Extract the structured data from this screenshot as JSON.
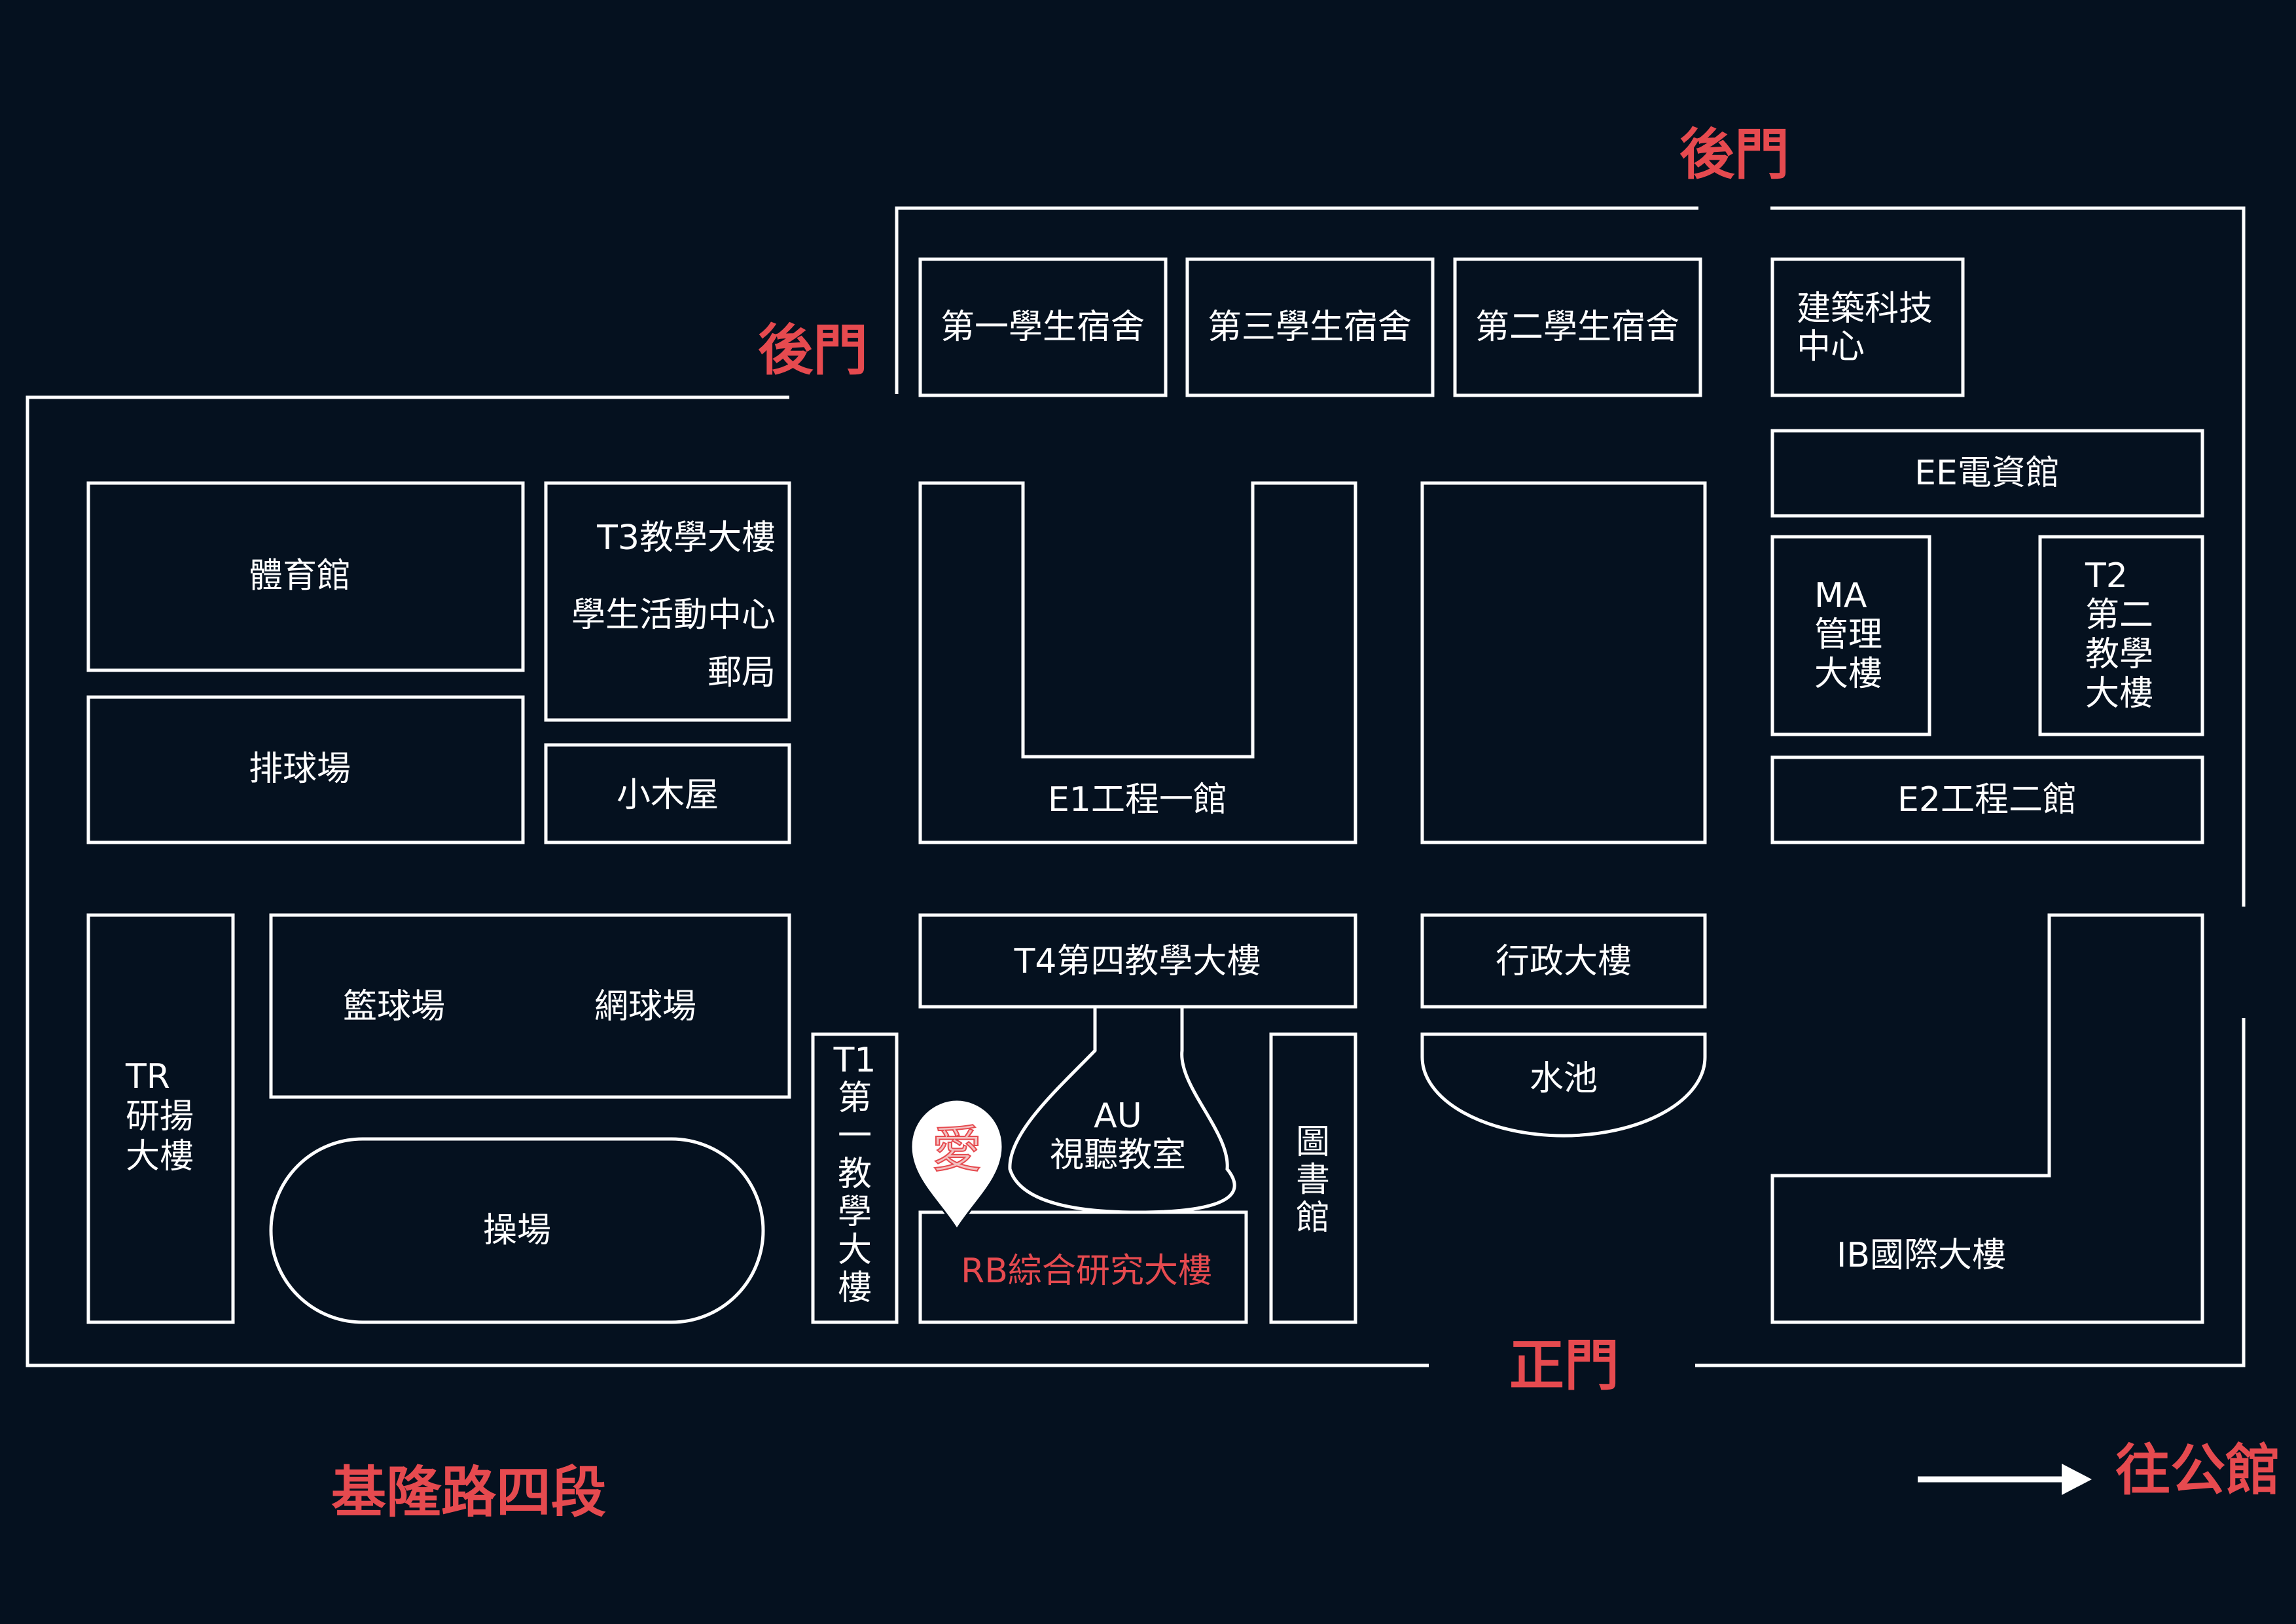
{
  "map": {
    "gates": {
      "back_gate_top": "後門",
      "back_gate_left": "後門",
      "main_gate": "正門"
    },
    "road": "基隆路四段",
    "direction": "往公館",
    "marker": {
      "glyph": "愛",
      "target": "RB綜合研究大樓"
    },
    "buildings": {
      "dorm1": "第一學生宿舍",
      "dorm3": "第三學生宿舍",
      "dorm2": "第二學生宿舍",
      "arch_line1": "建築科技",
      "arch_line2": "中心",
      "ee": "EE電資館",
      "ma_line1": "MA",
      "ma_line2": "管理",
      "ma_line3": "大樓",
      "t2_line1": "T2",
      "t2_line2": "第二",
      "t2_line3": "教學",
      "t2_line4": "大樓",
      "e2": "E2工程二館",
      "gym": "體育館",
      "t3_line1": "T3教學大樓",
      "t3_line2": "學生活動中心",
      "t3_line3": "郵局",
      "volleyball": "排球場",
      "cabin": "小木屋",
      "e1": "E1工程一館",
      "t4": "T4第四教學大樓",
      "admin": "行政大樓",
      "pond": "水池",
      "basketball": "籃球場",
      "tennis": "網球場",
      "tr_line1": "TR",
      "tr_line2": "研揚",
      "tr_line3": "大樓",
      "field": "操場",
      "t1_chars": [
        "T1",
        "第",
        "一",
        "教",
        "學",
        "大",
        "樓"
      ],
      "au_line1": "AU",
      "au_line2": "視聽教室",
      "library_chars": [
        "圖",
        "書",
        "館"
      ],
      "rb": "RB綜合研究大樓",
      "ib": "IB國際大樓"
    }
  },
  "colors": {
    "background": "#05111f",
    "outline": "#ffffff",
    "accent": "#e64a4f"
  }
}
